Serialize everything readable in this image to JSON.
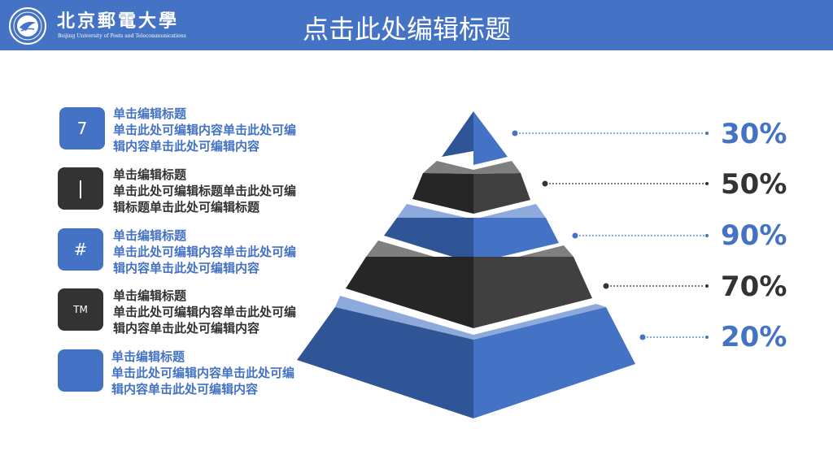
{
  "header": {
    "university_cn": "北京郵電大學",
    "university_en": "Beijing University of Posts and Telecommunications",
    "title": "点击此处编辑标题"
  },
  "items": [
    {
      "icon": "7",
      "icon_name": "number-seven-icon",
      "title": "单击编辑标题",
      "text": "单击此处可编辑内容单击此处可编辑内容单击此处可编辑内容"
    },
    {
      "icon": "|",
      "icon_name": "vertical-bar-icon",
      "title": "单击编辑标题",
      "text": "单击此处可编辑标题单击此处可编辑标题单击此处可编辑标题"
    },
    {
      "icon": "#",
      "icon_name": "hash-icon",
      "title": "单击编辑标题",
      "text": "单击此处可编辑内容单击此处可编辑内容单击此处可编辑内容"
    },
    {
      "icon": "TM",
      "icon_name": "trademark-icon",
      "title": "单击编辑标题",
      "text": "单击此处可编辑内容单击此处可编辑内容单击此处可编辑内容"
    },
    {
      "icon": "",
      "icon_name": "blank-icon",
      "title": "单击编辑标题",
      "text": "单击此处可编辑内容单击此处可编辑内容单击此处可编辑内容"
    }
  ],
  "chart_data": {
    "type": "pyramid",
    "levels": [
      "30%",
      "50%",
      "90%",
      "70%",
      "20%"
    ],
    "values": [
      30,
      50,
      90,
      70,
      20
    ]
  },
  "colors": {
    "blue": "#4472C4",
    "dark": "#333333"
  }
}
